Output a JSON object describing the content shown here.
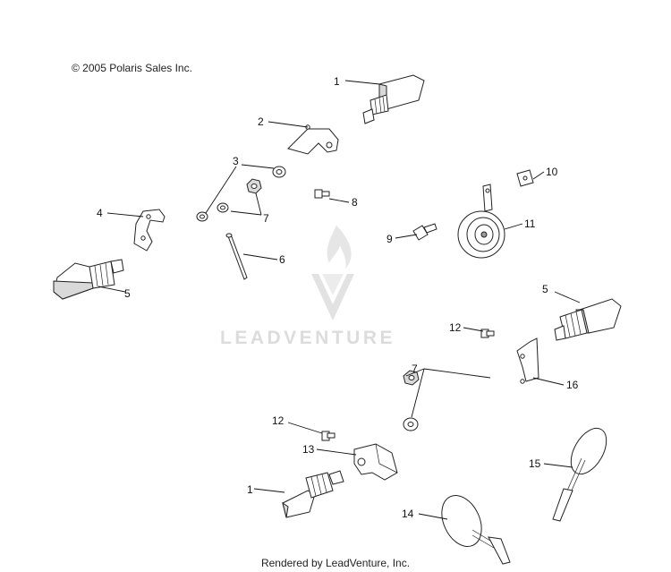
{
  "copyright": "© 2005 Polaris Sales Inc.",
  "footer": "Rendered by LeadVenture, Inc.",
  "watermark": "LEADVENTURE",
  "callouts": [
    {
      "id": "c1a",
      "label": "1"
    },
    {
      "id": "c2",
      "label": "2"
    },
    {
      "id": "c3",
      "label": "3"
    },
    {
      "id": "c4",
      "label": "4"
    },
    {
      "id": "c5a",
      "label": "5"
    },
    {
      "id": "c6",
      "label": "6"
    },
    {
      "id": "c7a",
      "label": "7"
    },
    {
      "id": "c8",
      "label": "8"
    },
    {
      "id": "c9",
      "label": "9"
    },
    {
      "id": "c10",
      "label": "10"
    },
    {
      "id": "c11",
      "label": "11"
    },
    {
      "id": "c5b",
      "label": "5"
    },
    {
      "id": "c12a",
      "label": "12"
    },
    {
      "id": "c7b",
      "label": "7"
    },
    {
      "id": "c16",
      "label": "16"
    },
    {
      "id": "c12b",
      "label": "12"
    },
    {
      "id": "c13",
      "label": "13"
    },
    {
      "id": "c15",
      "label": "15"
    },
    {
      "id": "c1b",
      "label": "1"
    },
    {
      "id": "c14",
      "label": "14"
    }
  ]
}
